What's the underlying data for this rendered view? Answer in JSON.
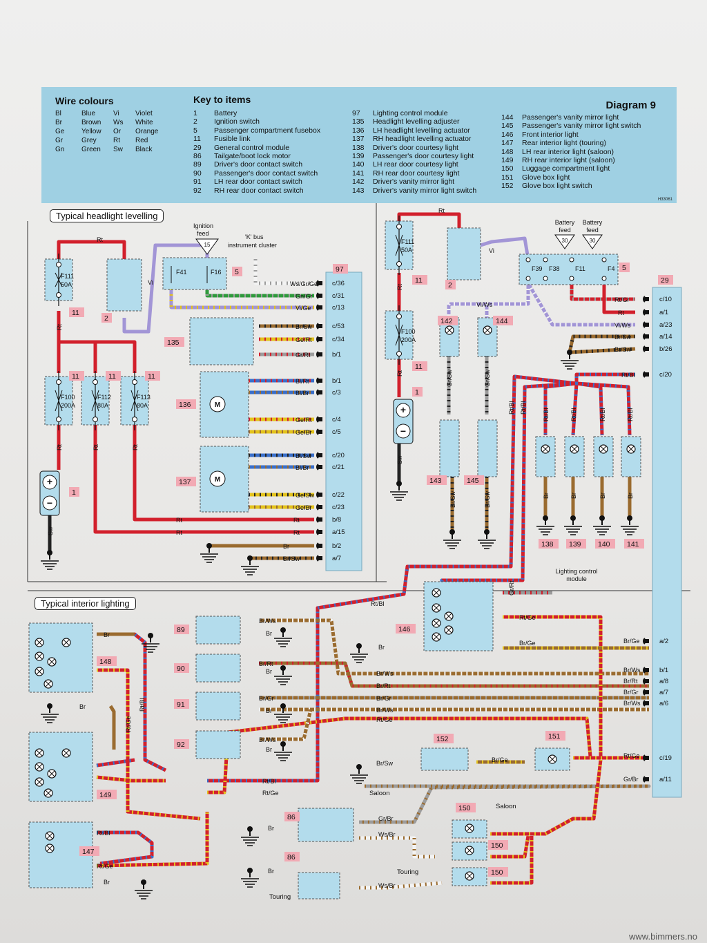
{
  "header": {
    "wire_colours_title": "Wire colours",
    "key_title": "Key to items",
    "diagram_title": "Diagram 9",
    "code": "H33061"
  },
  "wire_colours": [
    {
      "a1": "Bl",
      "n1": "Blue",
      "a2": "Vi",
      "n2": "Violet"
    },
    {
      "a1": "Br",
      "n1": "Brown",
      "a2": "Ws",
      "n2": "White"
    },
    {
      "a1": "Ge",
      "n1": "Yellow",
      "a2": "Or",
      "n2": "Orange"
    },
    {
      "a1": "Gr",
      "n1": "Grey",
      "a2": "Rt",
      "n2": "Red"
    },
    {
      "a1": "Gn",
      "n1": "Green",
      "a2": "Sw",
      "n2": "Black"
    }
  ],
  "key_col1": [
    {
      "n": "1",
      "t": "Battery"
    },
    {
      "n": "2",
      "t": "Ignition switch"
    },
    {
      "n": "5",
      "t": "Passenger compartment fusebox"
    },
    {
      "n": "11",
      "t": "Fusible link"
    },
    {
      "n": "29",
      "t": "General control module"
    },
    {
      "n": "86",
      "t": "Tailgate/boot lock motor"
    },
    {
      "n": "89",
      "t": "Driver's door contact switch"
    },
    {
      "n": "90",
      "t": "Passenger's door contact switch"
    },
    {
      "n": "91",
      "t": "LH rear door contact switch"
    },
    {
      "n": "92",
      "t": "RH rear door contact switch"
    }
  ],
  "key_col2": [
    {
      "n": "97",
      "t": "Lighting control module"
    },
    {
      "n": "135",
      "t": "Headlight levelling adjuster"
    },
    {
      "n": "136",
      "t": "LH headlight levelling actuator"
    },
    {
      "n": "137",
      "t": "RH headlight levelling actuator"
    },
    {
      "n": "138",
      "t": "Driver's door courtesy light"
    },
    {
      "n": "139",
      "t": "Passenger's door courtesy light"
    },
    {
      "n": "140",
      "t": "LH rear door courtesy light"
    },
    {
      "n": "141",
      "t": "RH rear door courtesy light"
    },
    {
      "n": "142",
      "t": "Driver's vanity mirror light"
    },
    {
      "n": "143",
      "t": "Driver's vanity mirror light switch"
    }
  ],
  "key_col3": [
    {
      "n": "144",
      "t": "Passenger's vanity mirror light"
    },
    {
      "n": "145",
      "t": "Passenger's vanity mirror light switch"
    },
    {
      "n": "146",
      "t": "Front interior light"
    },
    {
      "n": "147",
      "t": "Rear interior light (touring)"
    },
    {
      "n": "148",
      "t": "LH rear interior light (saloon)"
    },
    {
      "n": "149",
      "t": "RH rear interior light (saloon)"
    },
    {
      "n": "150",
      "t": "Luggage compartment light"
    },
    {
      "n": "151",
      "t": "Glove box light"
    },
    {
      "n": "152",
      "t": "Glove box light switch"
    }
  ],
  "sections": {
    "headlight": "Typical headlight levelling",
    "interior": "Typical interior lighting"
  },
  "labels": {
    "ignition_feed": "Ignition feed",
    "ign_15": "15",
    "kbus": "'K' bus",
    "instrument_cluster": "instrument cluster",
    "battery_feed": "Battery feed",
    "bat_30": "30",
    "lcm": "Lighting control module",
    "saloon": "Saloon",
    "touring": "Touring"
  },
  "items": [
    "1",
    "2",
    "5",
    "11",
    "29",
    "86",
    "89",
    "90",
    "91",
    "92",
    "97",
    "135",
    "136",
    "137",
    "138",
    "139",
    "140",
    "141",
    "142",
    "143",
    "144",
    "145",
    "146",
    "147",
    "148",
    "149",
    "150",
    "151",
    "152"
  ],
  "fuses": [
    "F111 50A",
    "F100 200A",
    "F112 80A",
    "F113 80A",
    "F41",
    "F16",
    "F39",
    "F38",
    "F11",
    "F4"
  ],
  "pins_97": [
    "c/36",
    "c/31",
    "c/13",
    "c/53",
    "c/34",
    "b/1",
    "b/1",
    "c/3",
    "c/4",
    "c/5",
    "c/20",
    "c/21",
    "c/22",
    "c/23",
    "b/8",
    "a/15",
    "b/2",
    "a/7"
  ],
  "pins_29": [
    "c/10",
    "a/1",
    "a/23",
    "a/14",
    "b/26",
    "c/20",
    "a/2",
    "b/1",
    "a/8",
    "a/7",
    "a/6",
    "c/19",
    "a/11"
  ],
  "wires": [
    "Rt",
    "Sw",
    "Vi",
    "Ws/Gr/Ge",
    "Gn/Gr",
    "Vi/Ge",
    "Br/Sw",
    "Ge/Rt",
    "Gr/Rt",
    "Bl/Rt",
    "Bl/Br",
    "Bl/Sw",
    "Ge/Sw",
    "Ge/Br",
    "Br",
    "Rt/Gr",
    "Vi/Ws",
    "Br/Ws",
    "Gr/Sw",
    "Rt/Bl",
    "Rt/Ge",
    "Br/Rt",
    "Br/Gr",
    "Br/Ge",
    "Gr/Br",
    "Ws/Br"
  ],
  "watermark": "www.bimmers.no",
  "colors": {
    "key_bg": "#9fd0e3",
    "module_bg": "#b3dcec",
    "red": "#d2202c",
    "violet": "#9b8fd0",
    "brown": "#9a6b2f",
    "tag": "#f2aab4"
  }
}
